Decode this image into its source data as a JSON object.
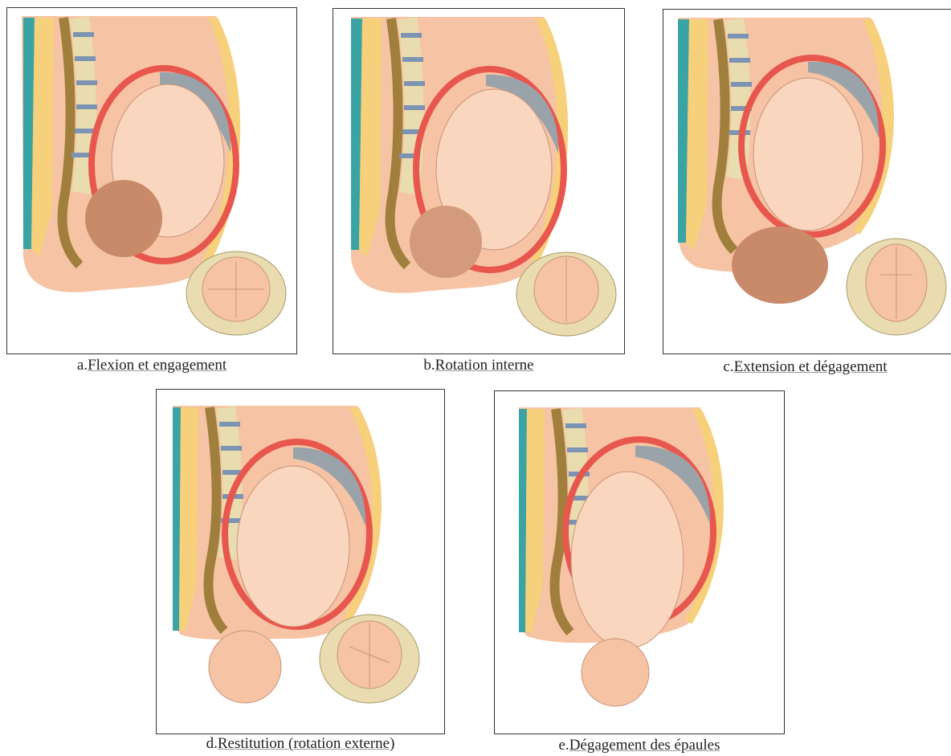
{
  "panels": [
    {
      "id": "a",
      "letter": "a.",
      "title": "Flexion et engagement",
      "pelvis_view": true
    },
    {
      "id": "b",
      "letter": "b.",
      "title": "Rotation interne",
      "pelvis_view": true
    },
    {
      "id": "c",
      "letter": "c.",
      "title": "Extension et dégagement",
      "pelvis_view": true
    },
    {
      "id": "d",
      "letter": "d.",
      "title": "Restitution (rotation externe)",
      "pelvis_view": true
    },
    {
      "id": "e",
      "letter": "e.",
      "title": "Dégagement des épaules",
      "pelvis_view": false
    }
  ],
  "colors": {
    "skin": "#f6c4a4",
    "skin_light": "#f9d6bd",
    "uterus_wall": "#e8574e",
    "amniotic": "#9aa3aa",
    "spine_bone": "#e9dcae",
    "spine_disc": "#7d93b4",
    "cord": "#a07f3c",
    "fat": "#f6d07a",
    "teal": "#3aa3a3",
    "fetal_head": "#c98a6a",
    "pelvis_bone": "#e8dcb0"
  }
}
